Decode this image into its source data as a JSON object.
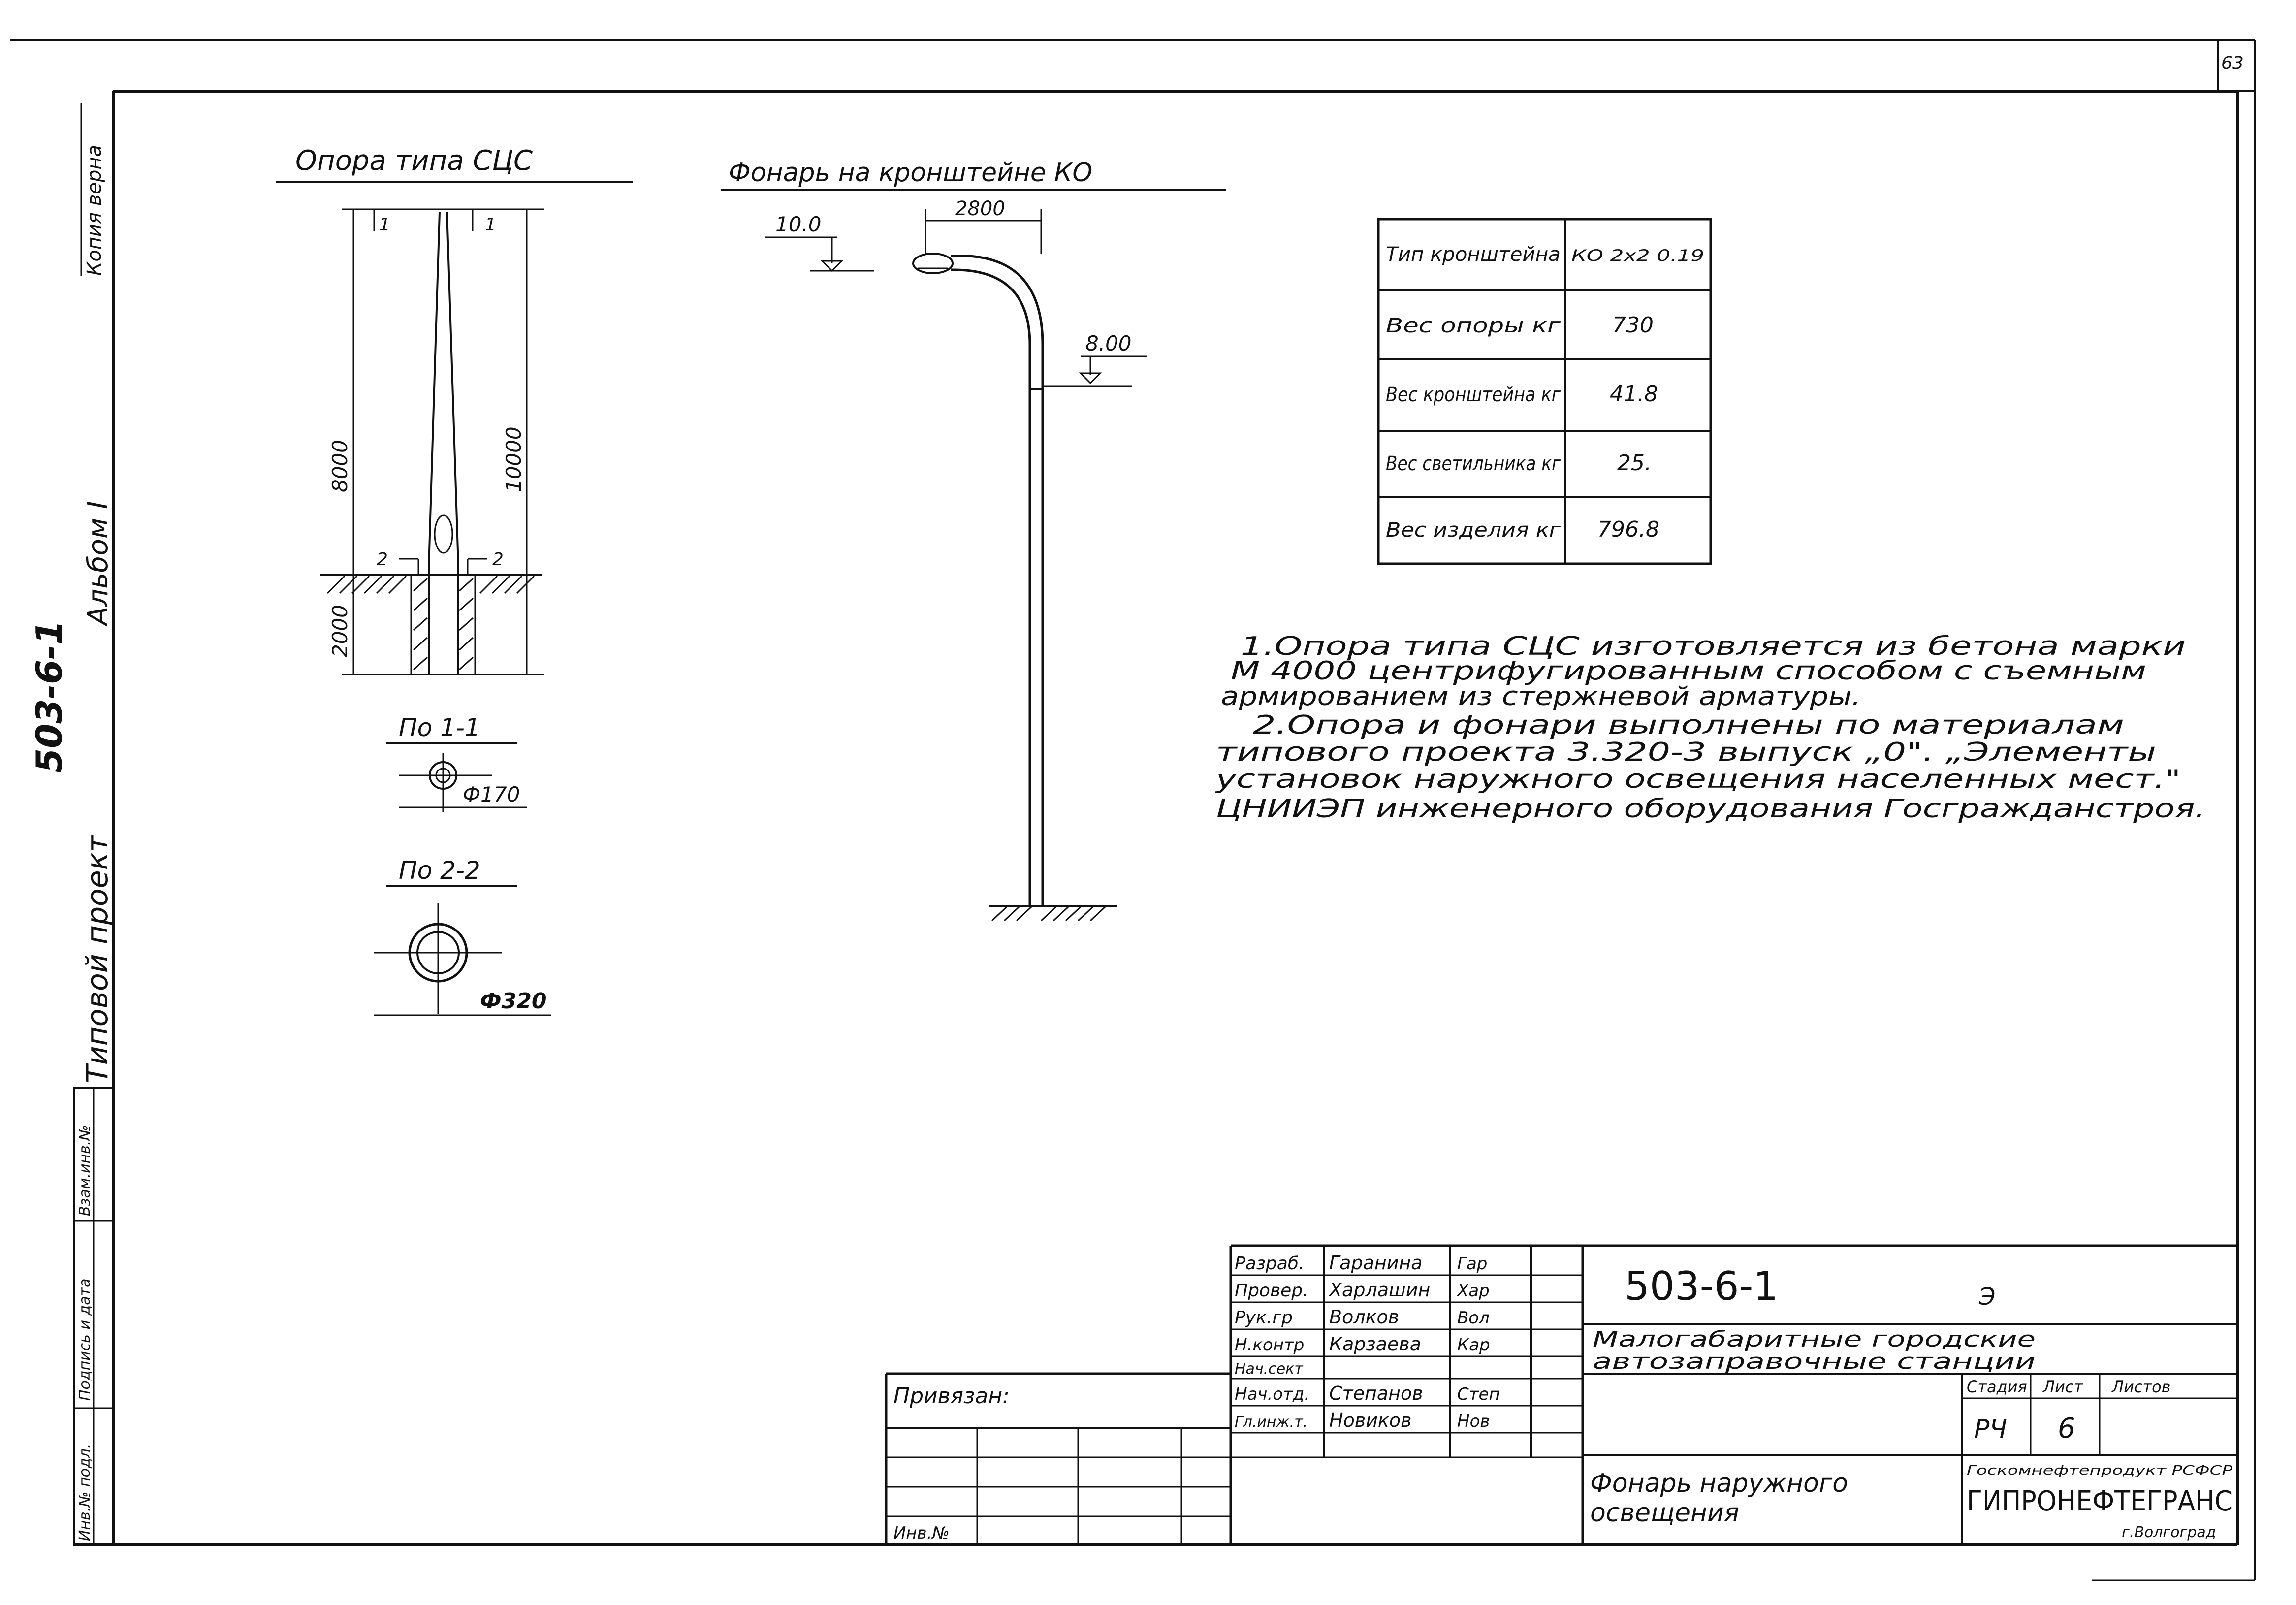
{
  "corner_number": "63",
  "left_margin": {
    "album_code": "503-6-1",
    "typical_project": "Типовой проект",
    "album": "Альбом I",
    "copy_mark": "Копия верна",
    "approval_fields": [
      "Инв.№ подл.",
      "Подпись и дата",
      "Взам.инв.№"
    ]
  },
  "pole_view": {
    "title": "Опора типа СЦС",
    "section_mark_1": "1",
    "section_mark_2": "2",
    "dim_above": "8000",
    "dim_total": "10000",
    "dim_below": "2000",
    "section_1_title": "По 1-1",
    "section_1_dia": "Ф170",
    "section_2_title": "По 2-2",
    "section_2_dia": "Ф320"
  },
  "lamp_view": {
    "title": "Фонарь на кронштейне КО",
    "reach": "2800",
    "level_top": "10.0",
    "level_mid": "8.00"
  },
  "weight_table": {
    "rows": [
      {
        "label": "Тип кронштейна",
        "value": "КО 2х2 0.19"
      },
      {
        "label": "Вес опоры кг",
        "value": "730"
      },
      {
        "label": "Вес кронштейна кг",
        "value": "41.8"
      },
      {
        "label": "Вес светильника кг",
        "value": "25."
      },
      {
        "label": "Вес изделия кг",
        "value": "796.8"
      }
    ]
  },
  "notes": [
    "1.Опора типа СЦС изготовляется из бетона марки",
    "М 4000 центрифугированным способом с съемным",
    "армированием из стержневой арматуры.",
    "2.Опора и фонари выполнены по материалам",
    "типового проекта 3.320-3 выпуск „0\". „Элементы",
    "установок наружного освещения населенных мест.\"",
    "ЦНИИЭП инженерного оборудования Госгражданстроя."
  ],
  "title_block": {
    "signatures": [
      {
        "role": "Разраб.",
        "name": "Гаранина",
        "sign": "Гар"
      },
      {
        "role": "Провер.",
        "name": "Харлашин",
        "sign": "Хар"
      },
      {
        "role": "Рук.гр",
        "name": "Волков",
        "sign": "Вол"
      },
      {
        "role": "Н.контр",
        "name": "Карзаева",
        "sign": "Кар"
      },
      {
        "role": "Нач.сект",
        "name": "",
        "sign": ""
      },
      {
        "role": "Нач.отд.",
        "name": "Степанов",
        "sign": "Степ"
      },
      {
        "role": "Гл.инж.т.",
        "name": "Новиков",
        "sign": "Нов"
      }
    ],
    "code": "503-6-1",
    "letter": "Э",
    "project_name_1": "Малогабаритные городские",
    "project_name_2": "автозаправочные станции",
    "stage_label": "Стадия",
    "sheet_label": "Лист",
    "sheets_label": "Листов",
    "stage": "РЧ",
    "sheet": "6",
    "sheets": "",
    "drawing_title_1": "Фонарь наружного",
    "drawing_title_2": "освещения",
    "ministry": "Госкомнефтепродукт РСФСР",
    "org": "ГИПРОНЕФТЕГРАНС",
    "city": "г.Волгоград",
    "bound_label": "Привязан:",
    "inv_label": "Инв.№"
  }
}
